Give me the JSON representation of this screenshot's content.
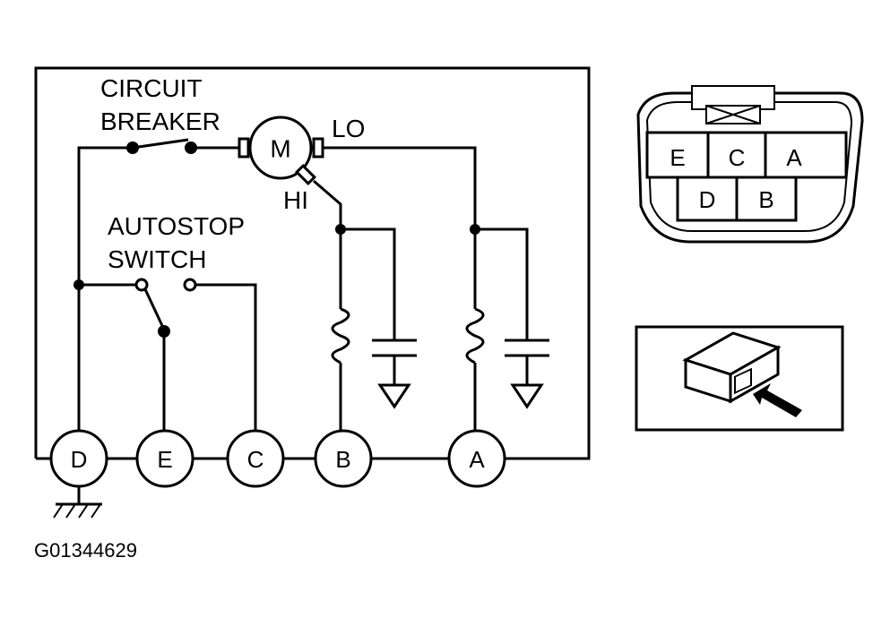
{
  "labels": {
    "circuit_breaker_line1": "CIRCUIT",
    "circuit_breaker_line2": "BREAKER",
    "motor": "M",
    "lo": "LO",
    "hi": "HI",
    "autostop_line1": "AUTOSTOP",
    "autostop_line2": "SWITCH",
    "figure_code": "G01344629"
  },
  "terminals": {
    "d": "D",
    "e": "E",
    "c": "C",
    "b": "B",
    "a": "A"
  },
  "connector": {
    "top_row": [
      "E",
      "C",
      "A"
    ],
    "bottom_row": [
      "D",
      "B"
    ]
  }
}
